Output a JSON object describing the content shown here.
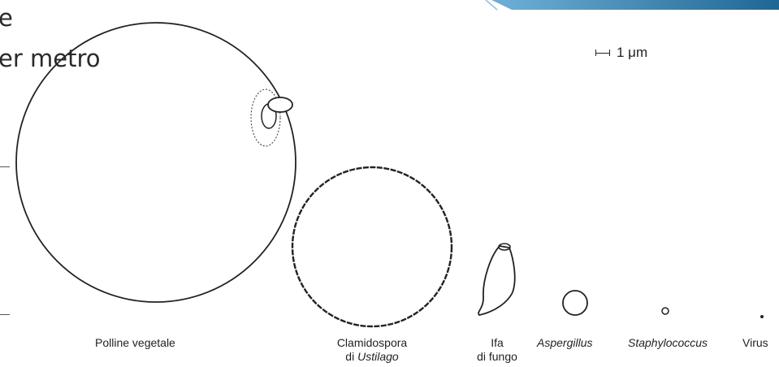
{
  "slide": {
    "line1": "e",
    "line2": "er metro"
  },
  "scale": {
    "label": "1 μm"
  },
  "labels": {
    "pollen": "Polline vegetale",
    "chlamydospore_l1": "Clamidospora",
    "chlamydospore_l2_prefix": "di ",
    "chlamydospore_l2_italic": "Ustilago",
    "hypha_l1": "Ifa",
    "hypha_l2": "di fungo",
    "aspergillus": "Aspergillus",
    "staphylococcus": "Staphylococcus",
    "virus": "Virus"
  },
  "colors": {
    "banner_dark": "#1e5f88",
    "banner_mid": "#3b89b8",
    "banner_light": "#7fb6d6",
    "ink": "#222222"
  }
}
